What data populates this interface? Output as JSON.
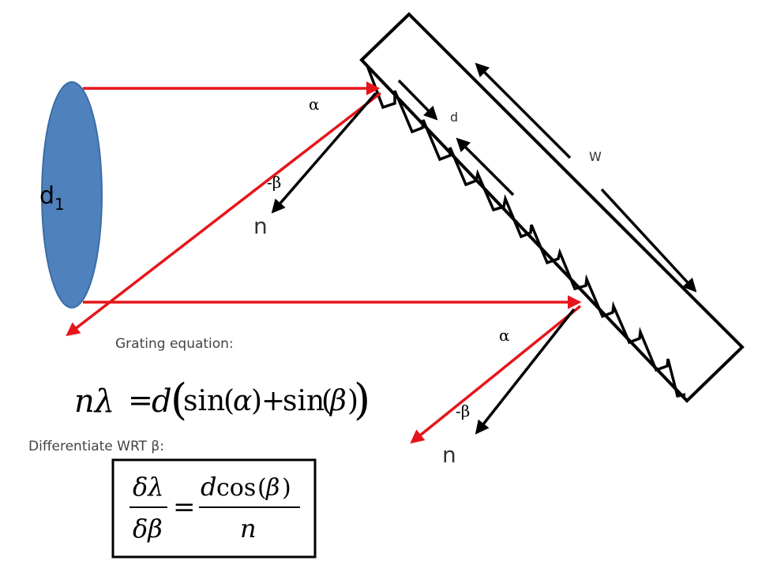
{
  "colors": {
    "lens_fill": "#4f81bd",
    "lens_stroke": "#3a6ea5",
    "ray": "#e6151b",
    "arrow": "#000000",
    "grating_stroke": "#000000"
  },
  "labels": {
    "lens": "d",
    "lens_sub": "1",
    "alpha_top": "α",
    "alpha_bottom": "α",
    "beta_top": "-β",
    "beta_bottom": "-β",
    "normal_top": "n",
    "normal_bottom": "n",
    "groove_spacing": "d",
    "width": "W"
  },
  "text": {
    "grating_caption": "Grating equation:",
    "differentiate_caption": "Differentiate WRT β:"
  },
  "equation": {
    "lhs": "nλ",
    "equals": "=",
    "rhs_factor": "d",
    "sin1": "sin",
    "arg1": "α",
    "plus": "+",
    "sin2": "sin",
    "arg2": "β"
  },
  "derivative": {
    "num_left": "δλ",
    "den_left": "δβ",
    "equals": "=",
    "num_right_d": "d",
    "num_right_cos": "cos",
    "num_right_arg": "β",
    "den_right": "n"
  }
}
